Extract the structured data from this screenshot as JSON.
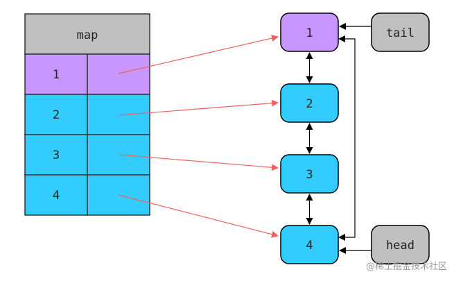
{
  "map": {
    "title": "map",
    "rows": [
      {
        "key": "1",
        "color": "#c796ff"
      },
      {
        "key": "2",
        "color": "#33ccff"
      },
      {
        "key": "3",
        "color": "#33ccff"
      },
      {
        "key": "4",
        "color": "#33ccff"
      }
    ],
    "header_color": "#c0c0c0"
  },
  "list": {
    "nodes": [
      {
        "label": "1",
        "color": "#c796ff"
      },
      {
        "label": "2",
        "color": "#33ccff"
      },
      {
        "label": "3",
        "color": "#33ccff"
      },
      {
        "label": "4",
        "color": "#33ccff"
      }
    ]
  },
  "pointers": {
    "tail": "tail",
    "head": "head",
    "color": "#c0c0c0"
  },
  "map_link_color": "#f06060",
  "watermark": "@稀土掘金技术社区"
}
